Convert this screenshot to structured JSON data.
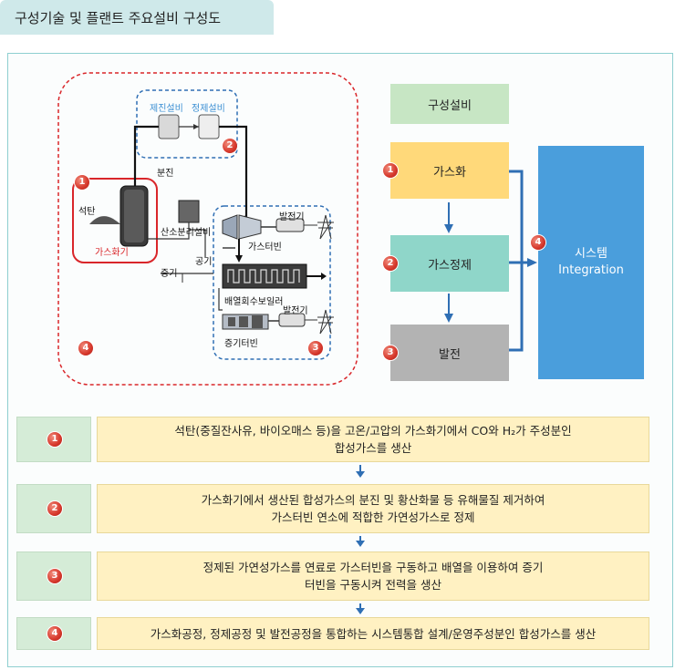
{
  "title": "구성기술 및 플랜트 주요설비 구성도",
  "schematic": {
    "purifier_label1": "제진설비",
    "purifier_label2": "정제설비",
    "dust": "분진",
    "coal": "석탄",
    "gasifier": "가스화기",
    "asu": "산소분리설비",
    "air": "공기",
    "steam": "증기",
    "generator_top": "발전기",
    "gas_turbine": "가스터빈",
    "hrsg": "배열회수보일러",
    "generator_bottom": "발전기",
    "steam_turbine": "증기터빈"
  },
  "flow": {
    "header": "구성설비",
    "gasification": "가스화",
    "gas_cleanup": "가스정제",
    "power": "발전",
    "system_line1": "시스템",
    "system_line2": "Integration"
  },
  "numbers": [
    "1",
    "2",
    "3",
    "4"
  ],
  "steps": [
    {
      "num": "1",
      "line1": "석탄(중질잔사유, 바이오매스 등)을 고온/고압의 가스화기에서 CO와 H₂가 주성분인",
      "line2": "합성가스를 생산"
    },
    {
      "num": "2",
      "line1": "가스화기에서 생산된 합성가스의 분진 및 황산화물 등 유해물질 제거하여",
      "line2": "가스터빈 연소에 적합한 가연성가스로 정제"
    },
    {
      "num": "3",
      "line1": "정제된 가연성가스를 연료로 가스터빈을 구동하고 배열을 이용하여 증기",
      "line2": "터빈을 구동시켜 전력을 생산"
    },
    {
      "num": "4",
      "line1": "가스화공정, 정제공정 및 발전공정을 통합하는 시스템통합 설계/운영주성분인 합성가스를 생산",
      "line2": ""
    }
  ],
  "colors": {
    "gasification": "#ffd97a",
    "gas_cleanup": "#8fd6c9",
    "power": "#b3b3b3",
    "system": "#4a9edc",
    "header": "#c7e6c4",
    "arrow": "#2f6fb4",
    "red": "#d9262a"
  }
}
